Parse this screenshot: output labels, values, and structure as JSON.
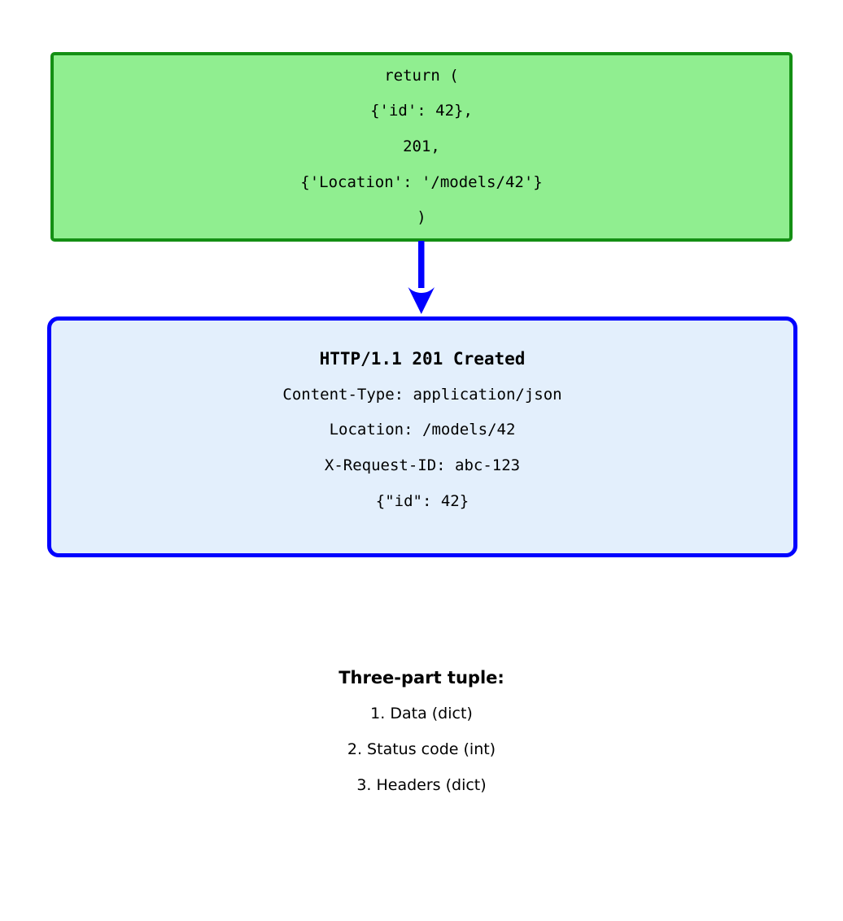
{
  "diagram": {
    "title_semantic": "flask-restful-tuple-response-diagram",
    "colors": {
      "code_box_fill": "#90ee90",
      "code_box_border": "#148f14",
      "http_box_fill": "#e3effc",
      "http_box_border": "#0000ff",
      "arrow": "#0000ff",
      "text": "#000000",
      "background": "#ffffff"
    }
  },
  "code_box": {
    "name": "return-tuple-code-block",
    "lines": [
      "return (",
      "{'id': 42},",
      "201,",
      "{'Location': '/models/42'}",
      ")"
    ]
  },
  "arrow": {
    "name": "down-arrow",
    "direction": "down",
    "color": "#0000ff"
  },
  "http_box": {
    "name": "http-response-block",
    "status_line": "HTTP/1.1 201 Created",
    "lines": [
      "Content-Type: application/json",
      "Location: /models/42",
      "X-Request-ID: abc-123",
      "{\"id\": 42}"
    ]
  },
  "caption": {
    "name": "tuple-parts-legend",
    "title": "Three-part tuple:",
    "items": [
      "1. Data (dict)",
      "2. Status code (int)",
      "3. Headers (dict)"
    ]
  }
}
